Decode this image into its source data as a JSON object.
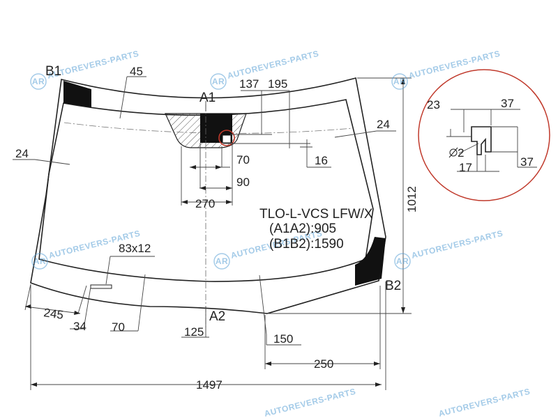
{
  "part_code": "TLO-L-VCS LFW/X",
  "distances": {
    "a1a2": "(A1A2):905",
    "b1b2": "(B1B2):1590"
  },
  "points": {
    "a1": "A1",
    "a2": "A2",
    "b1": "B1",
    "b2": "B2"
  },
  "dimensions": {
    "width_total": "1497",
    "height_total": "1012",
    "top_band": "45",
    "left_band": "24",
    "right_band": "24",
    "mirror_137": "137",
    "mirror_195": "195",
    "mirror_16": "16",
    "mirror_70": "70",
    "mirror_90": "90",
    "mirror_270": "270",
    "label_size": "83x12",
    "left_245": "245",
    "label_34": "34",
    "label_70": "70",
    "bottom_125": "125",
    "bottom_150": "150",
    "bottom_250": "250"
  },
  "detail": {
    "d23": "23",
    "d37_top": "37",
    "d37_right": "37",
    "d17": "17",
    "d2": "2"
  },
  "watermark": "AUTOREVERS-PARTS",
  "watermark_logo": "AR",
  "colors": {
    "line": "#222222",
    "detail_circle": "#c0392b",
    "watermark": "#5aa0d6"
  }
}
